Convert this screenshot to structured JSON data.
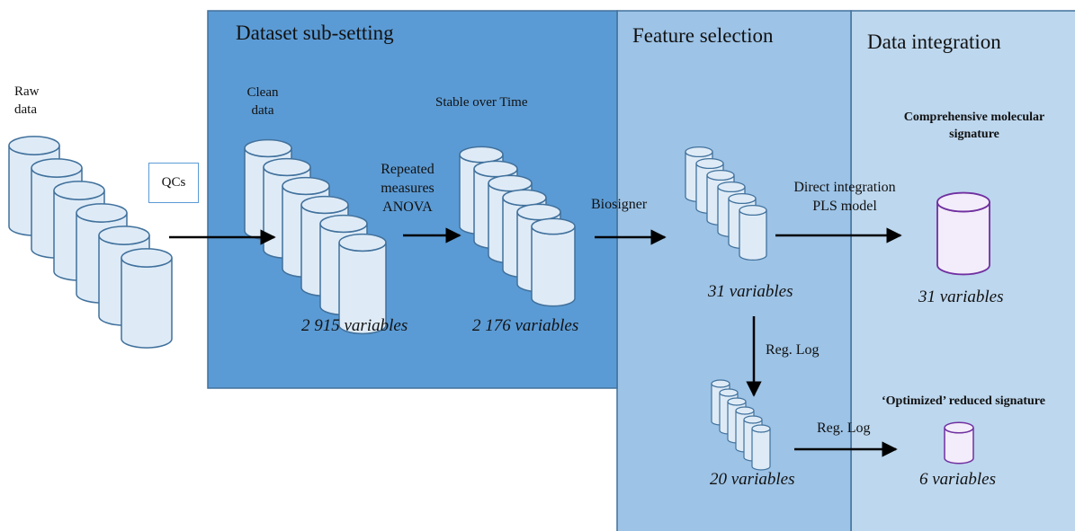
{
  "panels": {
    "subsetting_title": "Dataset sub-setting",
    "feature_title": "Feature selection",
    "integration_title": "Data integration"
  },
  "labels": {
    "raw_data": "Raw data",
    "qcs": "QCs",
    "clean_data": "Clean data",
    "repeated_measures": "Repeated measures ANOVA",
    "stable_over_time": "Stable over Time",
    "biosigner": "Biosigner",
    "direct_integration": "Direct integration PLS model",
    "comprehensive_signature": "Comprehensive molecular signature",
    "reg_log_down": "Reg. Log",
    "reg_log_right": "Reg. Log",
    "optimized_signature": "‘Optimized’ reduced signature"
  },
  "counts": {
    "clean": "2 915 variables",
    "stable": "2 176 variables",
    "biosigner": "31 variables",
    "comprehensive": "31 variables",
    "reglog": "20 variables",
    "optimized": "6 variables"
  },
  "colors": {
    "panel_subsetting": "#5b9bd5",
    "panel_feature": "#9dc3e6",
    "panel_integration": "#bdd7ee",
    "panel_border": "#41719c",
    "cylinder_fill": "#deebf7",
    "cylinder_stroke": "#41719c",
    "signature_fill": "#f3ecfa",
    "signature_stroke": "#7030a0"
  }
}
